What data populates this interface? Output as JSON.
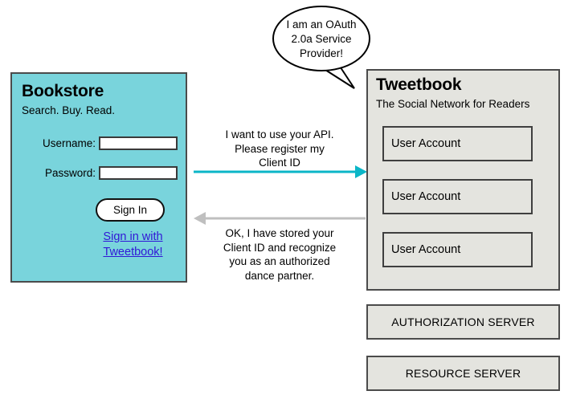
{
  "diagram": {
    "background_color": "#ffffff",
    "bookstore": {
      "title": "Bookstore",
      "tagline": "Search. Buy. Read.",
      "panel_color": "#79d4dc",
      "username_label": "Username:",
      "username_value": "",
      "username_placeholder": "",
      "password_label": "Password:",
      "password_value": "",
      "password_placeholder": "",
      "signin_button": "Sign In",
      "oauth_link": "Sign in with Tweetbook!",
      "link_color": "#3117d6"
    },
    "tweetbook": {
      "title": "Tweetbook",
      "tagline": "The Social Network for Readers",
      "panel_color": "#e4e4df",
      "accounts": [
        "User Account",
        "User Account",
        "User Account"
      ]
    },
    "servers": [
      "AUTHORIZATION SERVER",
      "RESOURCE SERVER"
    ],
    "speech_bubble": {
      "text": "I am an OAuth\n2.0a Service\nProvider!"
    },
    "arrows": [
      {
        "id": "request",
        "label": "I want to use your API.\nPlease register my\nClient ID",
        "color": "#0bb6c7",
        "direction": "right"
      },
      {
        "id": "response",
        "label": "OK, I have stored your\nClient ID and recognize\nyou as an authorized\ndance partner.",
        "color": "#bfbfbf",
        "direction": "left"
      }
    ]
  }
}
